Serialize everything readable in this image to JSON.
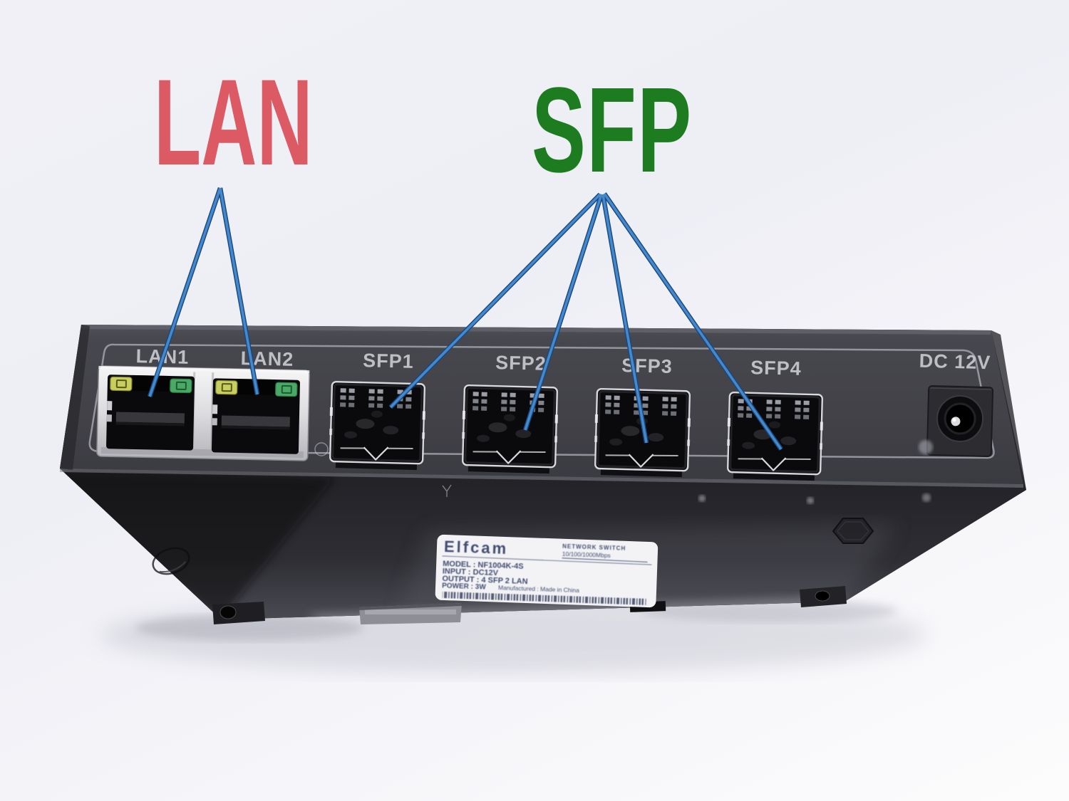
{
  "headings": {
    "lan": "LAN",
    "sfp": "SFP"
  },
  "panel_labels": {
    "lan1": "LAN1",
    "lan2": "LAN2",
    "sfp1": "SFP1",
    "sfp2": "SFP2",
    "sfp3": "SFP3",
    "sfp4": "SFP4",
    "power": "DC 12V"
  },
  "sticker": {
    "brand": "Elfcam",
    "product": "NETWORK SWITCH",
    "speed": "10/100/1000Mbps",
    "model": "MODEL : NF1004K-4S",
    "input": "INPUT : DC12V",
    "output": "OUTPUT : 4 SFP 2 LAN",
    "power": "POWER : 3W",
    "origin": "Manufactured : Made in China"
  },
  "colors": {
    "lan_heading": "#dc5a64",
    "sfp_heading": "#1e7c20",
    "arrow_core": "#4588cb",
    "arrow_edge": "#17487f",
    "panel_gray": "#424248",
    "led_yellow": "#c9ce5e",
    "led_green": "#4aa965",
    "background": "#f0f0f6"
  }
}
